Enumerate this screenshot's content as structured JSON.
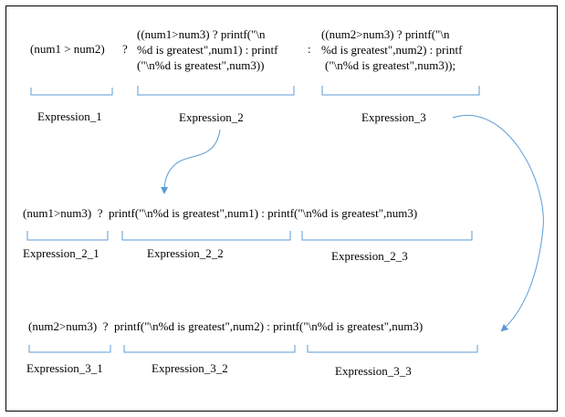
{
  "row1": {
    "cond": "(num1 > num2)",
    "q": "?",
    "colon": ":",
    "expr2_lines": [
      "((num1>num3) ? printf(\"\\n",
      "%d is greatest\",num1) : printf",
      "(\"\\n%d is greatest\",num3))"
    ],
    "expr3_lines": [
      "((num2>num3) ? printf(\"\\n",
      "%d is greatest\",num2) : printf",
      "(\"\\n%d is greatest\",num3));"
    ],
    "label1": "Expression_1",
    "label2": "Expression_2",
    "label3": "Expression_3"
  },
  "row2": {
    "text": "(num1>num3)  ?  printf(\"\\n%d is greatest\",num1) : printf(\"\\n%d is greatest\",num3)",
    "label1": "Expression_2_1",
    "label2": "Expression_2_2",
    "label3": "Expression_2_3"
  },
  "row3": {
    "text": "(num2>num3)  ?  printf(\"\\n%d is greatest\",num2) : printf(\"\\n%d is greatest\",num3)",
    "label1": "Expression_3_1",
    "label2": "Expression_3_2",
    "label3": "Expression_3_3"
  },
  "colors": {
    "bracket": "#5b9bd5",
    "arrow": "#5b9bd5",
    "border": "#000000"
  }
}
